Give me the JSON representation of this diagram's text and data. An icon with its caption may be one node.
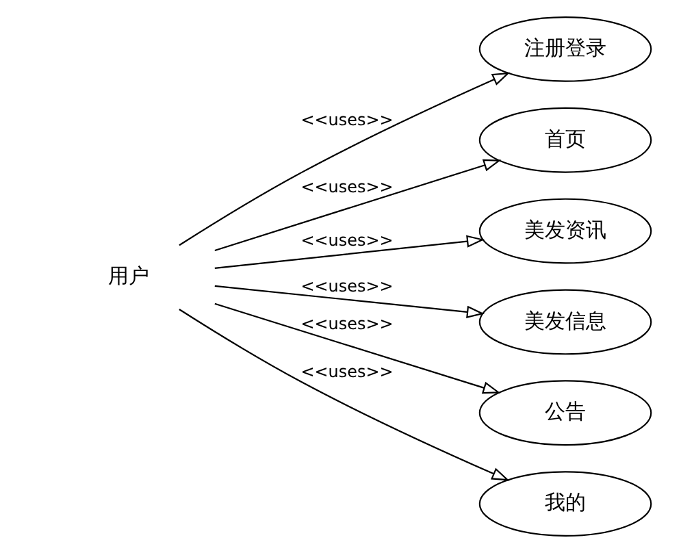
{
  "diagram": {
    "nodes": [
      {
        "text": [
          "用户"
        ]
      },
      {
        "text": [
          "注册登录"
        ]
      },
      {
        "text": [
          "首页"
        ]
      },
      {
        "text": [
          "美发资讯"
        ]
      },
      {
        "text": [
          "美发信息"
        ]
      },
      {
        "text": [
          "公告"
        ]
      },
      {
        "text": [
          "我的"
        ]
      }
    ],
    "edges": [
      {
        "from": 0,
        "to": 1,
        "arrow": "to",
        "label": "<<uses>>"
      },
      {
        "from": 0,
        "to": 2,
        "arrow": "to",
        "label": "<<uses>>"
      },
      {
        "from": 0,
        "to": 3,
        "arrow": "to",
        "label": "<<uses>>"
      },
      {
        "from": 0,
        "to": 4,
        "arrow": "to",
        "label": "<<uses>>"
      },
      {
        "from": 0,
        "to": 5,
        "arrow": "to",
        "label": "<<uses>>"
      },
      {
        "from": 0,
        "to": 6,
        "arrow": "to",
        "label": "<<uses>>"
      }
    ]
  }
}
